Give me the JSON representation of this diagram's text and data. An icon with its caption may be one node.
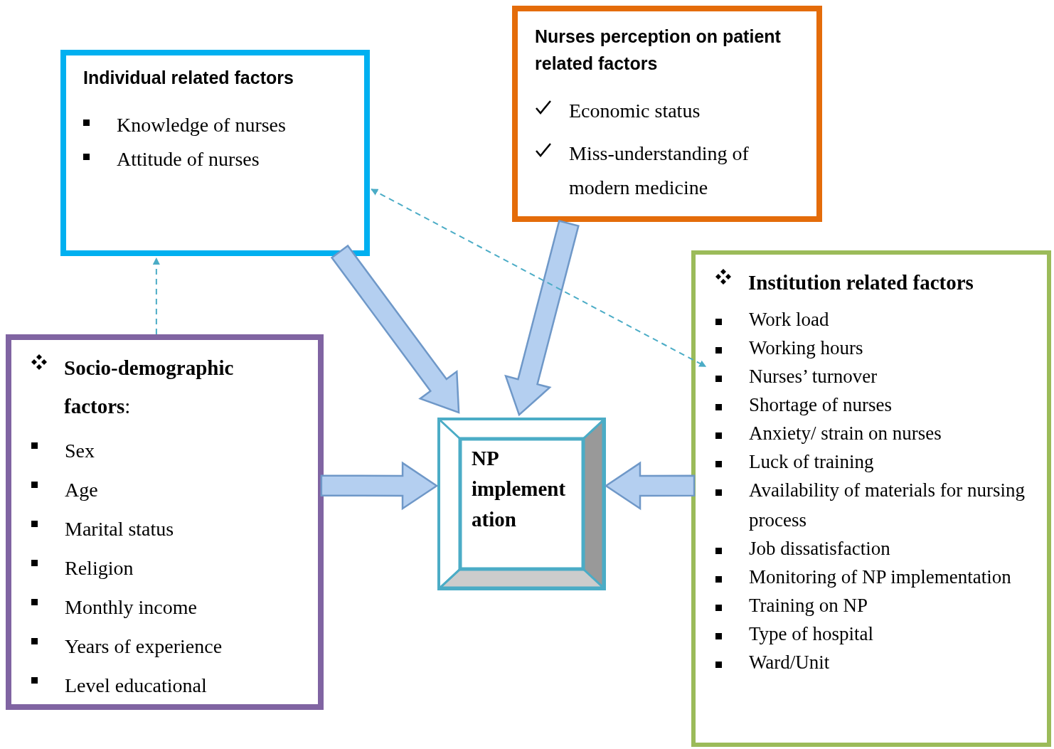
{
  "diagram": {
    "nodes": [
      {
        "text": [
          "Individual related factors",
          "Knowledge of nurses",
          "Attitude of nurses"
        ]
      },
      {
        "text": [
          "Nurses perception on patient related factors",
          "Economic status",
          "Miss-understanding of modern medicine"
        ]
      },
      {
        "text": [
          "Institution related factors",
          "Work load",
          "Working hours",
          "Nurses’ turnover",
          "Shortage of nurses",
          "Anxiety/ strain on nurses",
          "Luck of training",
          "Availability of materials for nursing process",
          "Job dissatisfaction",
          "Monitoring of NP implementation",
          "Training on NP",
          "Type of hospital",
          "Ward/Unit"
        ]
      },
      {
        "text": [
          "**Socio-demographic factors**:",
          "Sex",
          "Age",
          "Marital status",
          "Religion",
          "Monthly income",
          "Years of experience",
          "Level educational"
        ]
      },
      {
        "text": [
          "NP implementation"
        ]
      }
    ],
    "edges": [
      {
        "from": 0,
        "to": 4,
        "arrow": "to",
        "style": "thick"
      },
      {
        "from": 1,
        "to": 4,
        "arrow": "to",
        "style": "thick"
      },
      {
        "from": 3,
        "to": 4,
        "arrow": "to",
        "style": "thick"
      },
      {
        "from": 2,
        "to": 4,
        "arrow": "to",
        "style": "thick"
      },
      {
        "from": 3,
        "to": 0,
        "arrow": "to",
        "style": "dashed",
        "color": "#4bacc6"
      },
      {
        "from": 0,
        "to": 2,
        "arrow": "both",
        "style": "dashed",
        "color": "#4bacc6"
      }
    ]
  }
}
